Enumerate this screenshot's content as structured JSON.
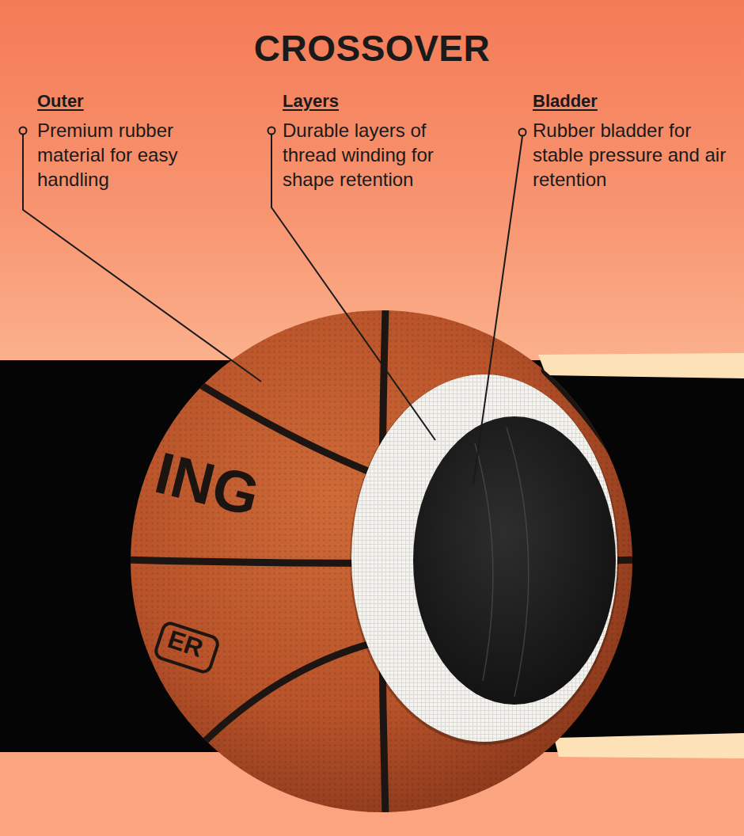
{
  "diagram": {
    "title": "CROSSOVER",
    "labels": [
      "Outer",
      "Premium rubber material for easy handling",
      "Layers",
      "Durable layers of thread winding for shape retention",
      "Bladder",
      "Rubber bladder for stable pressure and air retention",
      "ING",
      "ER"
    ]
  }
}
